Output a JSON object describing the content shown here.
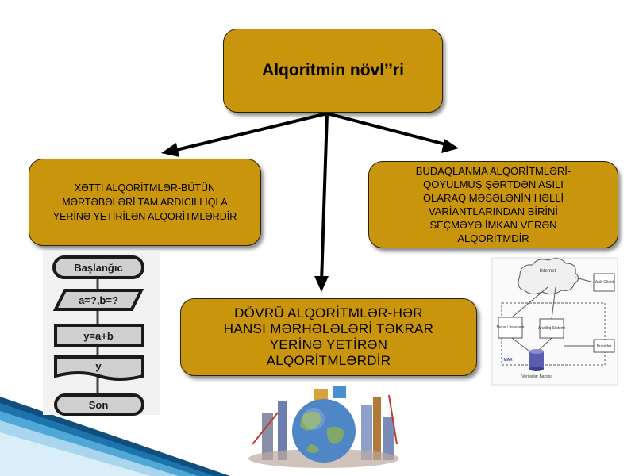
{
  "title": "Alqoritmin növl’’ri",
  "linear": {
    "lines": [
      "XƏTTİ ALQORİTMLƏR-BÜTÜN",
      "MƏRTƏBƏLƏRİ TAM ARDICILLIQLA",
      "YERİNƏ YETİRİLƏN ALQORİTMLƏRDİR"
    ]
  },
  "branching": {
    "lines": [
      "BUDAQLANMA ALQORİTMLƏRİ-",
      "QOYULMUŞ ŞƏRTDƏN ASILI",
      "OLARAQ MƏSƏLƏNİN HƏLLİ",
      "VARİANTLARINDAN BİRİNİ",
      "SEÇMƏYƏ İMKAN VERƏN",
      "ALQORİTMDİR"
    ]
  },
  "loop": {
    "lines": [
      "DÖVRÜ ALQORİTMLƏR-HƏR",
      "HANSI MƏRHƏLƏLƏRİ TƏKRAR",
      "YERİNƏ YETİRƏN",
      "ALQORİTMLƏRDİR"
    ]
  },
  "flowchart": {
    "start": "Başlanğıc",
    "input": "a=?,b=?",
    "process": "y=a+b",
    "output": "y",
    "end": "Son"
  },
  "network_diagram": {
    "cloud": "Internet",
    "client": "Web Client",
    "node1": "Nebs / Indexers",
    "node2": "Analitiq Sistemi",
    "db": "Verilənlər Bazası",
    "side": "Provider",
    "frame": "MAX"
  },
  "colors": {
    "box_fill": "#c9950c",
    "arrow": "#000000",
    "accent_blue": "#2b8fc6"
  }
}
